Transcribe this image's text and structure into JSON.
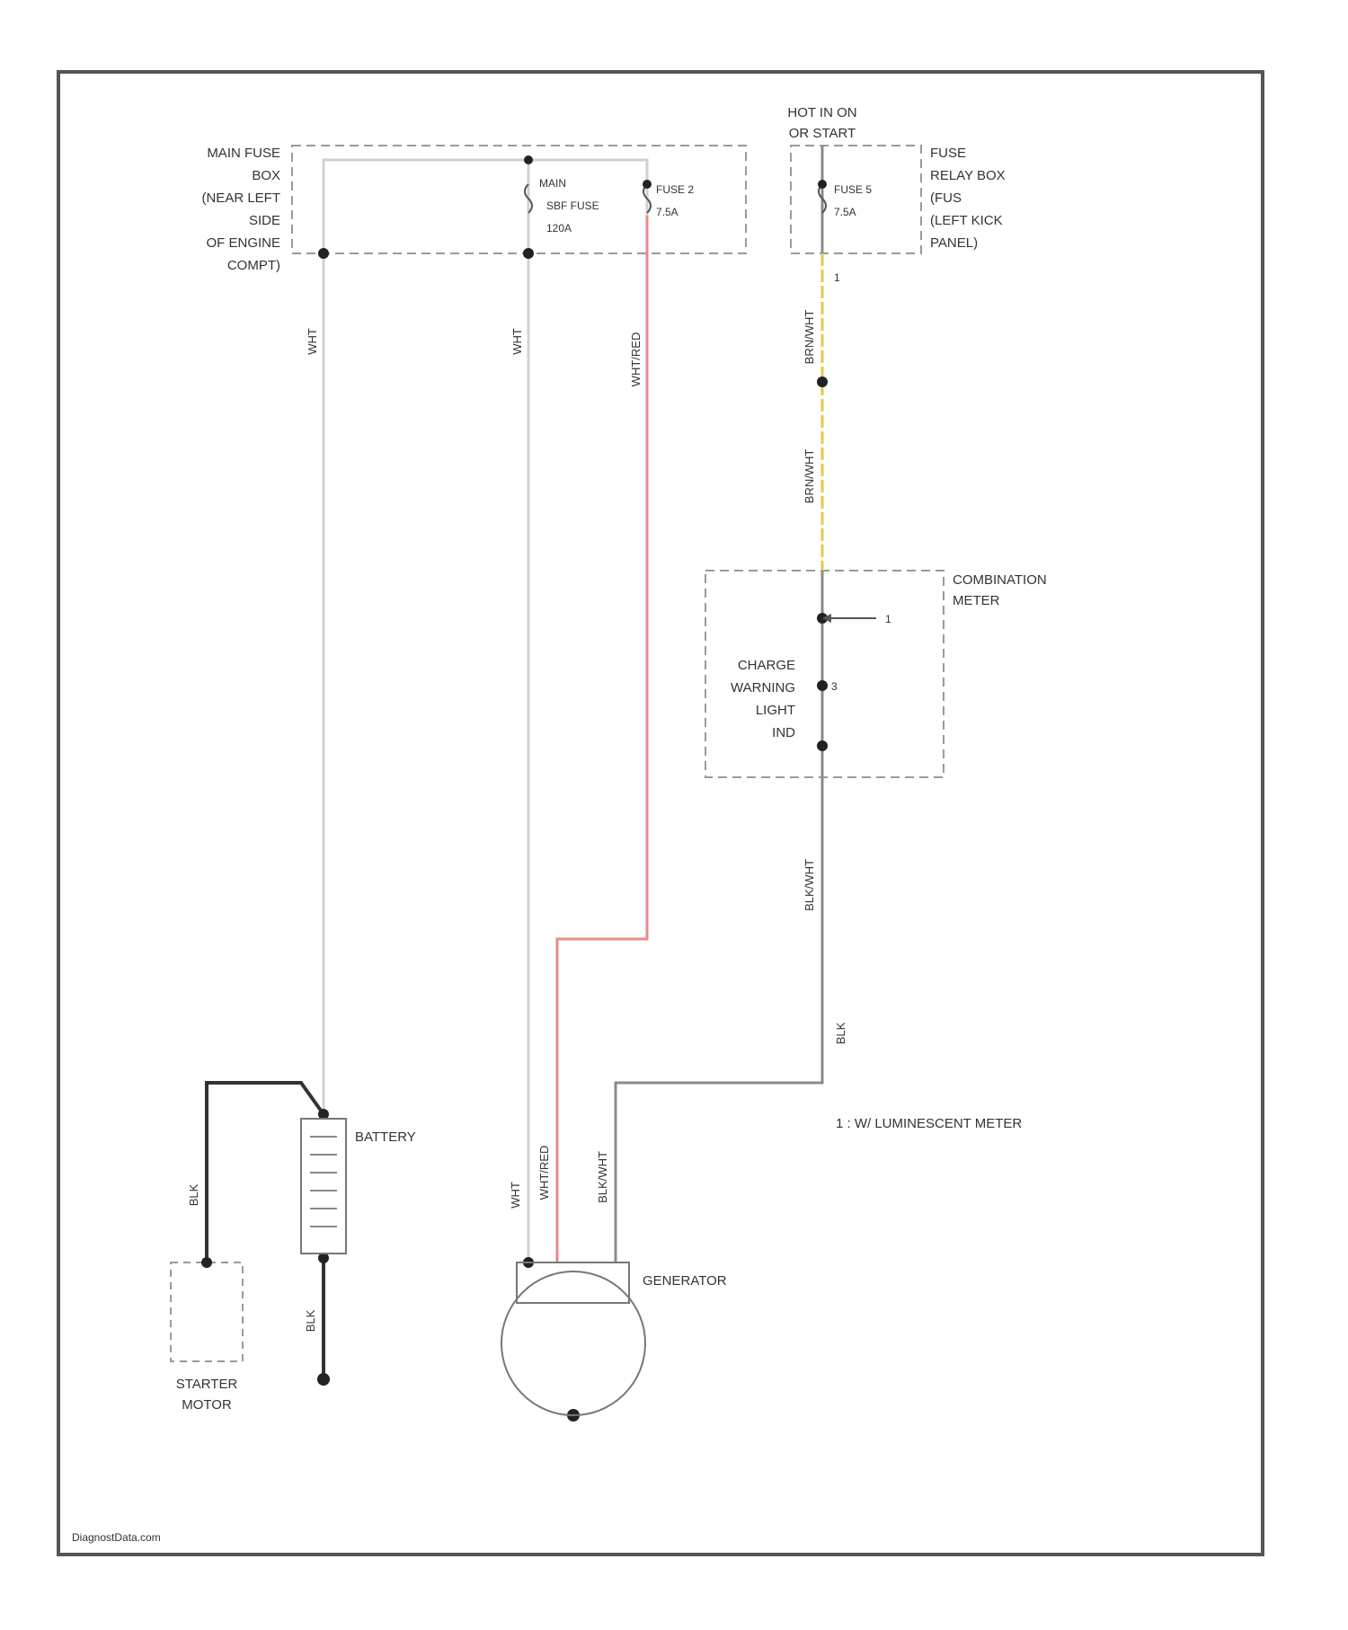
{
  "labels": {
    "main_fuse_box": [
      "MAIN FUSE",
      "BOX",
      "(NEAR LEFT",
      "SIDE",
      "OF ENGINE",
      "COMPT)"
    ],
    "hot_in_on": [
      "HOT IN ON",
      "OR START"
    ],
    "fuse_relay_box": [
      "FUSE",
      "RELAY BOX",
      "(FUS",
      "(LEFT KICK",
      "PANEL)"
    ],
    "main_fuse": [
      "MAIN",
      "SBF FUSE",
      "120A"
    ],
    "fuse2": [
      "FUSE 2",
      "7.5A"
    ],
    "fuse5": [
      "FUSE 5",
      "7.5A"
    ],
    "combination_meter": [
      "COMBINATION",
      "METER"
    ],
    "charge_warning": [
      "CHARGE",
      "WARNING",
      "LIGHT",
      "IND"
    ],
    "battery": "BATTERY",
    "starter_motor": [
      "STARTER",
      "MOTOR"
    ],
    "generator": "GENERATOR",
    "note": "1 : W/ LUMINESCENT METER",
    "footer": "DiagnostData.com",
    "callout": "1",
    "pin_top": "1",
    "pin_mid": "3"
  },
  "wires": {
    "w1": "WHT",
    "w2": "WHT",
    "w3": "WHT/RED",
    "w4": "BRN/WHT",
    "w5": "BRN/WHT",
    "w6": "BLK/WHT",
    "w7": "BLK",
    "w8": "BLK",
    "w9": "BLK",
    "w10": "WHT",
    "w11": "WHT/RED",
    "w12": "BLK/WHT"
  },
  "colors": {
    "frame": "#555555",
    "white_wire": "#d0d0d0",
    "red_wire": "#e88a8a",
    "yellow_wire": "#e6c84a",
    "gray_wire": "#8a8a8a",
    "black_wire": "#333333",
    "dash_box": "#9a9a9a"
  }
}
